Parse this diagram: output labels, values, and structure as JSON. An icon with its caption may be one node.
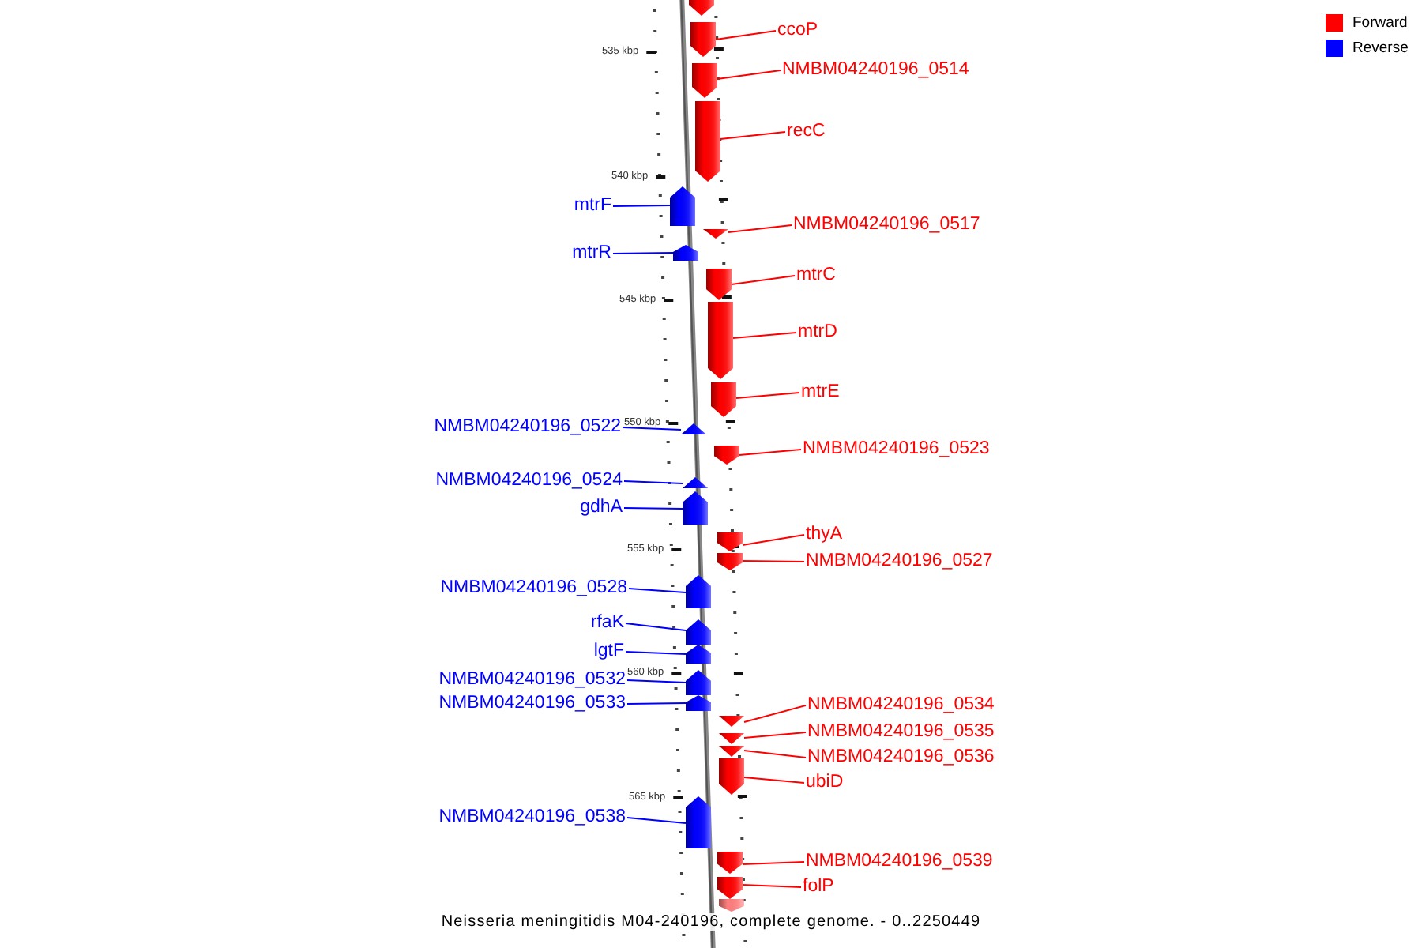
{
  "diagram": {
    "caption": "Neisseria meningitidis M04-240196, complete genome. - 0..2250449",
    "nodes": [
      {
        "text": [],
        "shape": "pentagon"
      },
      {
        "text": [
          "ccoP"
        ]
      },
      {
        "text": [],
        "shape": "pentagon"
      },
      {
        "text": [
          "NMBM04240196_0514"
        ]
      },
      {
        "text": [],
        "shape": "pentagon"
      },
      {
        "text": [
          "recC"
        ]
      },
      {
        "text": [],
        "shape": "pentagon"
      },
      {
        "text": [
          "mtrF"
        ]
      },
      {
        "text": [],
        "shape": "pentagon"
      },
      {
        "text": [
          "NMBM04240196_0517"
        ]
      },
      {
        "text": [],
        "shape": "pentagon"
      },
      {
        "text": [
          "mtrR"
        ]
      },
      {
        "text": [],
        "shape": "pentagon"
      },
      {
        "text": [
          "mtrC"
        ]
      },
      {
        "text": [],
        "shape": "pentagon"
      },
      {
        "text": [
          "mtrD"
        ]
      },
      {
        "text": [],
        "shape": "pentagon"
      },
      {
        "text": [
          "mtrE"
        ]
      },
      {
        "text": [],
        "shape": "pentagon"
      },
      {
        "text": [
          "NMBM04240196_0522"
        ]
      },
      {
        "text": [],
        "shape": "pentagon"
      },
      {
        "text": [
          "NMBM04240196_0523"
        ]
      },
      {
        "text": [],
        "shape": "pentagon"
      },
      {
        "text": [
          "NMBM04240196_0524"
        ]
      },
      {
        "text": [],
        "shape": "pentagon"
      },
      {
        "text": [
          "gdhA"
        ]
      },
      {
        "text": [],
        "shape": "pentagon"
      },
      {
        "text": [
          "thyA"
        ]
      },
      {
        "text": [],
        "shape": "pentagon"
      },
      {
        "text": [
          "NMBM04240196_0527"
        ]
      },
      {
        "text": [],
        "shape": "pentagon"
      },
      {
        "text": [
          "NMBM04240196_0528"
        ]
      },
      {
        "text": [],
        "shape": "pentagon"
      },
      {
        "text": [
          "rfaK"
        ]
      },
      {
        "text": [],
        "shape": "pentagon"
      },
      {
        "text": [
          "lgtF"
        ]
      },
      {
        "text": [],
        "shape": "pentagon"
      },
      {
        "text": [
          "NMBM04240196_0532"
        ]
      },
      {
        "text": [],
        "shape": "pentagon"
      },
      {
        "text": [
          "NMBM04240196_0533"
        ]
      },
      {
        "text": [],
        "shape": "pentagon"
      },
      {
        "text": [
          "NMBM04240196_0534"
        ]
      },
      {
        "text": [],
        "shape": "pentagon"
      },
      {
        "text": [
          "NMBM04240196_0535"
        ]
      },
      {
        "text": [],
        "shape": "pentagon"
      },
      {
        "text": [
          "NMBM04240196_0536"
        ]
      },
      {
        "text": [],
        "shape": "pentagon"
      },
      {
        "text": [
          "ubiD"
        ]
      },
      {
        "text": [],
        "shape": "pentagon"
      },
      {
        "text": [
          "NMBM04240196_0538"
        ]
      },
      {
        "text": [],
        "shape": "pentagon"
      },
      {
        "text": [
          "NMBM04240196_0539"
        ]
      },
      {
        "text": [],
        "shape": "pentagon"
      },
      {
        "text": [
          "folP"
        ]
      },
      {
        "text": [],
        "shape": "pentagon"
      },
      {
        "text": [],
        "shape": "pentagon"
      }
    ],
    "edges": [
      {
        "from": 1,
        "to": 2,
        "arrow": "none"
      },
      {
        "from": 3,
        "to": 4,
        "arrow": "none"
      },
      {
        "from": 5,
        "to": 6,
        "arrow": "none"
      },
      {
        "from": 7,
        "to": 8,
        "arrow": "none",
        "color": "#0000ff"
      },
      {
        "from": 9,
        "to": 10,
        "arrow": "none"
      },
      {
        "from": 11,
        "to": 12,
        "arrow": "none",
        "color": "#0000ff"
      },
      {
        "from": 13,
        "to": 14,
        "arrow": "none"
      },
      {
        "from": 15,
        "to": 16,
        "arrow": "none"
      },
      {
        "from": 17,
        "to": 18,
        "arrow": "none"
      },
      {
        "from": 19,
        "to": 20,
        "arrow": "none",
        "color": "#0000ff"
      },
      {
        "from": 21,
        "to": 22,
        "arrow": "none"
      },
      {
        "from": 23,
        "to": 24,
        "arrow": "none",
        "color": "#0000ff"
      },
      {
        "from": 25,
        "to": 26,
        "arrow": "none",
        "color": "#0000ff"
      },
      {
        "from": 27,
        "to": 28,
        "arrow": "none"
      },
      {
        "from": 29,
        "to": 30,
        "arrow": "none"
      },
      {
        "from": 31,
        "to": 32,
        "arrow": "none",
        "color": "#0000ff"
      },
      {
        "from": 33,
        "to": 34,
        "arrow": "none",
        "color": "#0000ff"
      },
      {
        "from": 35,
        "to": 36,
        "arrow": "none",
        "color": "#0000ff"
      },
      {
        "from": 37,
        "to": 38,
        "arrow": "none",
        "color": "#0000ff"
      },
      {
        "from": 39,
        "to": 40,
        "arrow": "none",
        "color": "#0000ff"
      },
      {
        "from": 41,
        "to": 42,
        "arrow": "none"
      },
      {
        "from": 43,
        "to": 44,
        "arrow": "none"
      },
      {
        "from": 45,
        "to": 46,
        "arrow": "none"
      },
      {
        "from": 47,
        "to": 48,
        "arrow": "none"
      },
      {
        "from": 49,
        "to": 50,
        "arrow": "none",
        "color": "#0000ff"
      },
      {
        "from": 51,
        "to": 52,
        "arrow": "none"
      },
      {
        "from": 53,
        "to": 54,
        "arrow": "none"
      }
    ],
    "labels": [
      "535 kbp",
      "540 kbp",
      "545 kbp",
      "550 kbp",
      "555 kbp",
      "560 kbp",
      "565 kbp"
    ],
    "legend": [
      {
        "text": "Forward",
        "color": "#ff0000"
      },
      {
        "text": "Reverse",
        "color": "#0000ff"
      }
    ]
  }
}
